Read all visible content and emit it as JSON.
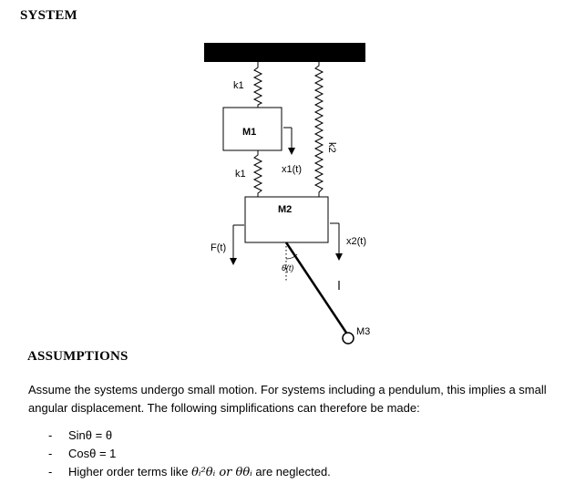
{
  "headings": {
    "system": "SYSTEM",
    "assumptions": "ASSUMPTIONS"
  },
  "diagram": {
    "labels": {
      "k1_top": "k1",
      "k1_mid": "k1",
      "k2": "k2",
      "m1": "M1",
      "m2": "M2",
      "m3": "M3",
      "x1": "x1(t)",
      "x2": "x2(t)",
      "force": "F(t)",
      "theta": "θ(t)",
      "length": "l"
    }
  },
  "assumptions": {
    "paragraph": "Assume the systems undergo small motion. For systems including a pendulum, this implies a small angular displacement. The following simplifications can therefore be made:",
    "bullet_dash": "-",
    "items": [
      {
        "text": "Sinθ = θ"
      },
      {
        "text": "Cosθ = 1"
      },
      {
        "prefix": "Higher order terms like ",
        "math": "θᵢ²θᵢ or θθᵢ",
        "suffix": " are neglected."
      }
    ]
  }
}
